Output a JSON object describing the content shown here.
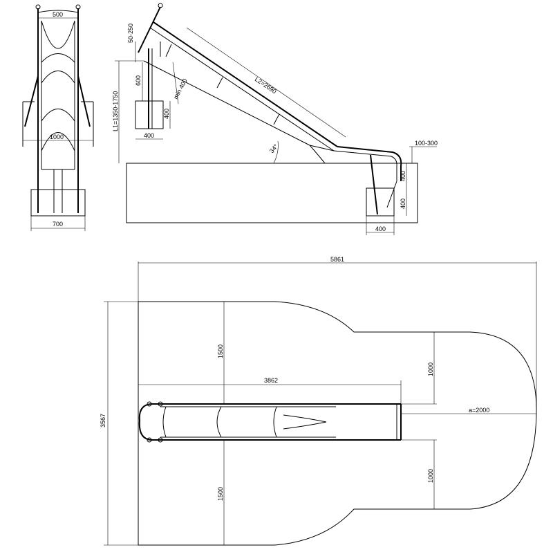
{
  "front_view": {
    "width_top": "500",
    "width_mid": "1000",
    "width_base": "700"
  },
  "side_view": {
    "handle_height": "50-250",
    "post_height": "600",
    "min_clearance": "min 400",
    "footing_height": "400",
    "footing_width": "400",
    "platform_height": "L1=1350-1750",
    "slide_length": "L2=2690",
    "angle": "34°",
    "exit_height": "100-300",
    "exit_post_upper": "400",
    "exit_post_lower": "400",
    "exit_footing_width": "400"
  },
  "plan_view": {
    "total_length": "5861",
    "total_width": "3567",
    "slide_length": "3862",
    "side_clearance_top": "1500",
    "side_clearance_bottom": "1500",
    "exit_clearance_top": "1000",
    "exit_clearance_bottom": "1000",
    "exit_zone": "a=2000"
  }
}
